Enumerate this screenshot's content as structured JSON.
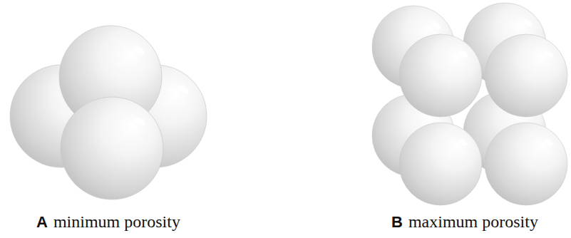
{
  "diagram": {
    "labels": [
      "A",
      "minimum porosity",
      "B",
      "maximum porosity"
    ]
  }
}
